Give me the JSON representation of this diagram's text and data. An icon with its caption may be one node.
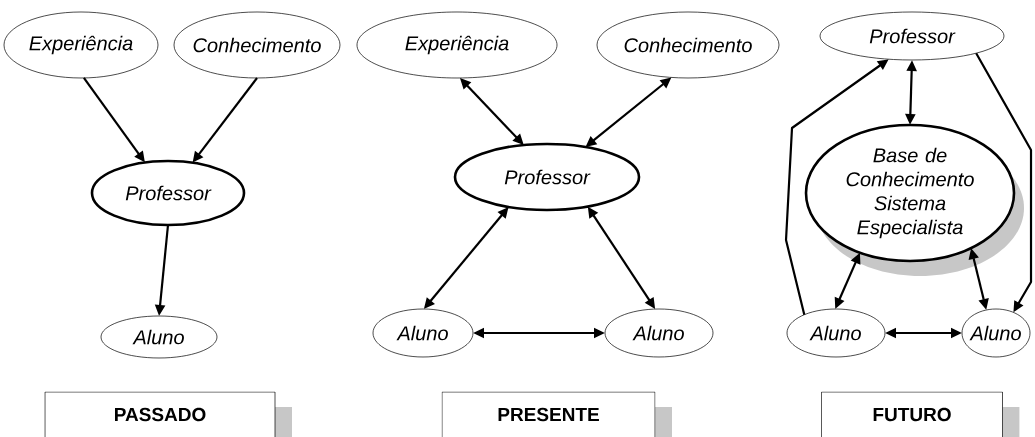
{
  "diagram": {
    "nodes": [
      {
        "text": [
          "Experiência"
        ]
      },
      {
        "text": [
          "Conhecimento"
        ]
      },
      {
        "text": [
          "Professor"
        ]
      },
      {
        "text": [
          "Aluno"
        ]
      },
      {
        "text": [
          "PASSADO"
        ]
      },
      {
        "text": [
          "Experiência"
        ]
      },
      {
        "text": [
          "Conhecimento"
        ]
      },
      {
        "text": [
          "Professor"
        ]
      },
      {
        "text": [
          "Aluno"
        ]
      },
      {
        "text": [
          "Aluno"
        ]
      },
      {
        "text": [
          "PRESENTE"
        ]
      },
      {
        "text": [
          "Professor"
        ]
      },
      {
        "text": [
          "Base de Conhecimento Sistema Especialista"
        ]
      },
      {
        "text": [
          "Aluno"
        ]
      },
      {
        "text": [
          "Aluno"
        ]
      },
      {
        "text": [
          "FUTURO"
        ]
      }
    ],
    "edges": [
      {
        "from": 0,
        "to": 2,
        "arrow": "to"
      },
      {
        "from": 1,
        "to": 2,
        "arrow": "to"
      },
      {
        "from": 2,
        "to": 3,
        "arrow": "to"
      },
      {
        "from": 5,
        "to": 7,
        "arrow": "both"
      },
      {
        "from": 6,
        "to": 7,
        "arrow": "both"
      },
      {
        "from": 7,
        "to": 8,
        "arrow": "both"
      },
      {
        "from": 7,
        "to": 9,
        "arrow": "both"
      },
      {
        "from": 8,
        "to": 9,
        "arrow": "both"
      },
      {
        "from": 13,
        "to": 11,
        "arrow": "to"
      },
      {
        "from": 11,
        "to": 12,
        "arrow": "both"
      },
      {
        "from": 11,
        "to": 14,
        "arrow": "to"
      },
      {
        "from": 12,
        "to": 13,
        "arrow": "both"
      },
      {
        "from": 12,
        "to": 14,
        "arrow": "both"
      },
      {
        "from": 13,
        "to": 14,
        "arrow": "both"
      }
    ]
  }
}
